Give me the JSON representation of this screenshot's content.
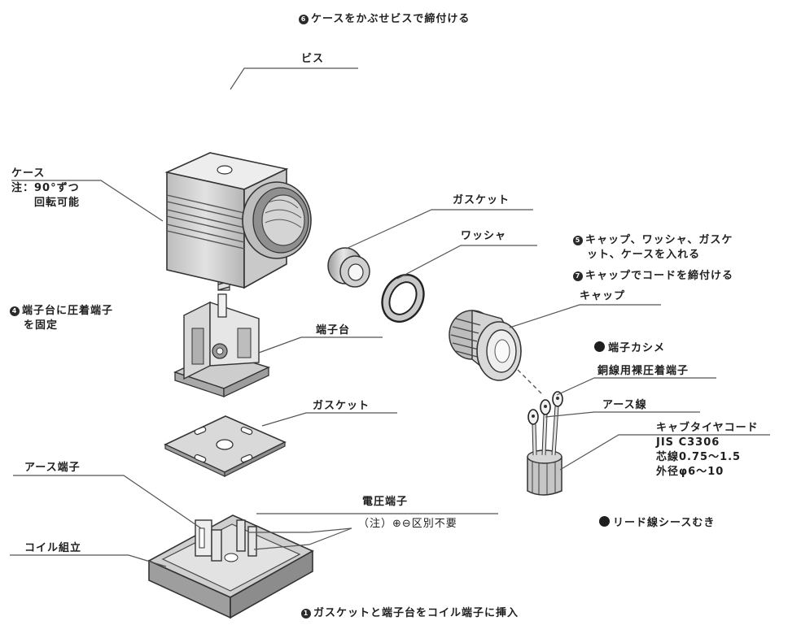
{
  "step_case_screw": {
    "num": "6",
    "text": "ケースをかぶせビスで締付ける"
  },
  "screw": "ビス",
  "case": {
    "name": "ケース",
    "note1": "注：90°ずつ",
    "note2": "回転可能"
  },
  "gasket_top": "ガスケット",
  "washer": "ワッシャ",
  "step_insert_parts": {
    "num": "5",
    "line1": "キャップ、ワッシャ、ガスケ",
    "line2": "ット、ケースを入れる"
  },
  "step_tighten_cap": {
    "num": "7",
    "text": "キャップでコードを締付ける"
  },
  "cap": "キャップ",
  "step_terminal_fix": {
    "num": "4",
    "line1": "端子台に圧着端子",
    "line2": "を固定"
  },
  "terminal_block": "端子台",
  "crimp_step": "端子カシメ",
  "copper_crimp_terminal": "銅線用裸圧着端子",
  "earth_wire": "アース線",
  "cabtire": {
    "name": "キャブタイヤコード",
    "std": "JIS C3306",
    "core": "芯線0.75〜1.5",
    "diameter": "外径φ6〜10"
  },
  "gasket_bottom": "ガスケット",
  "earth_terminal": "アース端子",
  "voltage_terminal": {
    "name": "電圧端子",
    "note": "（注）⊕⊖区別不要"
  },
  "coil_assembly": "コイル組立",
  "sheath_strip": "リード線シースむき",
  "step_insert_gasket": {
    "num": "1",
    "text": "ガスケットと端子台をコイル端子に挿入"
  },
  "colors": {
    "line": "#555555",
    "part_face": "#d6d6d6",
    "part_top": "#ececec",
    "part_shadow": "#a8a8a8",
    "outline": "#333333"
  }
}
